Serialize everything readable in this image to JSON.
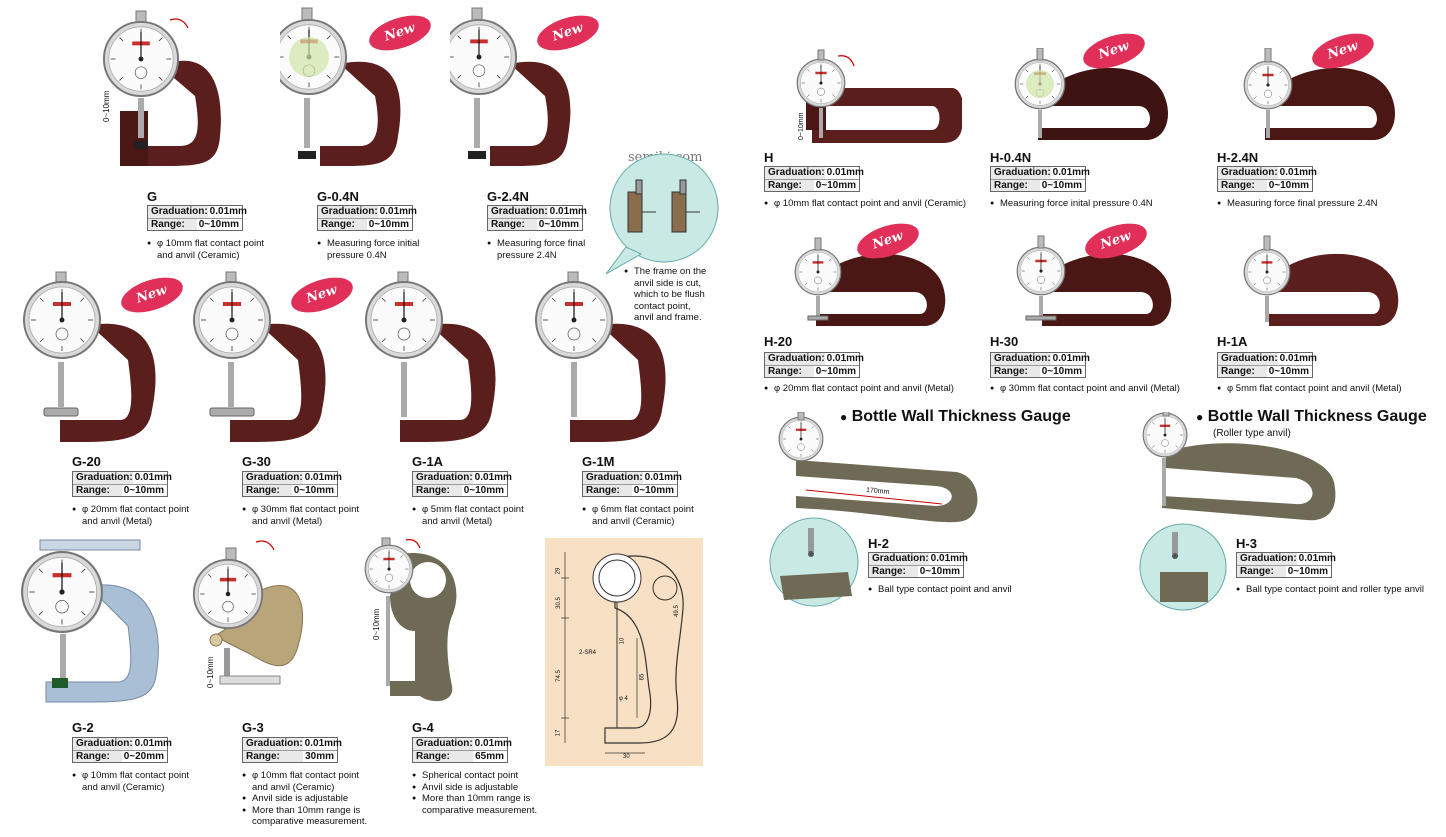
{
  "watermark": "semiki.com",
  "badge_label": "New",
  "spec_labels": {
    "graduation": "Graduation:",
    "range": "Range:"
  },
  "products": {
    "g": {
      "model": "G",
      "graduation": "0.01mm",
      "range": "0~10mm",
      "notes": [
        "φ 10mm flat contact point",
        "and anvil (Ceramic)"
      ]
    },
    "g04n": {
      "model": "G-0.4N",
      "graduation": "0.01mm",
      "range": "0~10mm",
      "notes": [
        "Measuring force initial",
        "pressure 0.4N"
      ]
    },
    "g24n": {
      "model": "G-2.4N",
      "graduation": "0.01mm",
      "range": "0~10mm",
      "notes": [
        "Measuring force final",
        "pressure 2.4N"
      ]
    },
    "g20": {
      "model": "G-20",
      "graduation": "0.01mm",
      "range": "0~10mm",
      "notes": [
        "φ 20mm flat contact point",
        "and anvil (Metal)"
      ]
    },
    "g30": {
      "model": "G-30",
      "graduation": "0.01mm",
      "range": "0~10mm",
      "notes": [
        "φ 30mm flat contact point",
        "and anvil (Metal)"
      ]
    },
    "g1a": {
      "model": "G-1A",
      "graduation": "0.01mm",
      "range": "0~10mm",
      "notes": [
        "φ 5mm flat contact point",
        "and anvil (Metal)"
      ]
    },
    "g1m": {
      "model": "G-1M",
      "graduation": "0.01mm",
      "range": "0~10mm",
      "notes": [
        "φ 6mm flat contact point",
        "and anvil (Ceramic)"
      ]
    },
    "g2": {
      "model": "G-2",
      "graduation": "0.01mm",
      "range": "0~20mm",
      "notes": [
        "φ 10mm flat contact point",
        "and anvil (Ceramic)"
      ]
    },
    "g3": {
      "model": "G-3",
      "graduation": "0.01mm",
      "range": "30mm",
      "notes": [
        "φ 10mm flat contact point",
        "and anvil (Ceramic)",
        "Anvil side is adjustable",
        "More than 10mm range is",
        "comparative measurement."
      ]
    },
    "g4": {
      "model": "G-4",
      "graduation": "0.01mm",
      "range": "65mm",
      "notes": [
        "Spherical contact point",
        "Anvil side is adjustable",
        "More than 10mm range is",
        "comparative measurement."
      ]
    },
    "h": {
      "model": "H",
      "graduation": "0.01mm",
      "range": "0~10mm",
      "notes": [
        "φ 10mm flat contact point and anvil (Ceramic)"
      ]
    },
    "h04n": {
      "model": "H-0.4N",
      "graduation": "0.01mm",
      "range": "0~10mm",
      "notes": [
        "Measuring force inital pressure 0.4N"
      ]
    },
    "h24n": {
      "model": "H-2.4N",
      "graduation": "0.01mm",
      "range": "0~10mm",
      "notes": [
        "Measuring force final pressure 2.4N"
      ]
    },
    "h20": {
      "model": "H-20",
      "graduation": "0.01mm",
      "range": "0~10mm",
      "notes": [
        "φ 20mm flat contact point and anvil (Metal)"
      ]
    },
    "h30": {
      "model": "H-30",
      "graduation": "0.01mm",
      "range": "0~10mm",
      "notes": [
        "φ 30mm flat contact point and anvil (Metal)"
      ]
    },
    "h1a": {
      "model": "H-1A",
      "graduation": "0.01mm",
      "range": "0~10mm",
      "notes": [
        "φ 5mm flat contact point and anvil (Metal)"
      ]
    },
    "h2": {
      "model": "H-2",
      "graduation": "0.01mm",
      "range": "0~10mm",
      "notes": [
        "Ball type contact point and anvil"
      ]
    },
    "h3": {
      "model": "H-3",
      "graduation": "0.01mm",
      "range": "0~10mm",
      "notes": [
        "Ball type contact point and roller type anvil"
      ]
    }
  },
  "frame_note": [
    "The frame on the",
    "anvil side is cut,",
    "which to be flush",
    "contact point,",
    "anvil and frame."
  ],
  "bottle_heading": "Bottle Wall Thickness Gauge",
  "bottle_roller_sub": "(Roller type anvil)",
  "dim_labels": {
    "range_0_10": "0~10mm",
    "len_170": "170mm",
    "d_29": "29",
    "d_305": "30.5",
    "d_745": "74.5",
    "d_17": "17",
    "d_30": "30",
    "d_495": "49.5",
    "d_10": "10",
    "d_65": "65",
    "d_sr4": "2-SR4",
    "d_phi4": "φ 4"
  },
  "colors": {
    "frame_brown": "#5a1e1c",
    "frame_dark": "#3e1413",
    "frame_light": "#8a8a8a",
    "frame_blue": "#a9bfd6",
    "frame_beige": "#b9a57a",
    "frame_olive": "#6e6a55",
    "badge": "#e0305a",
    "dial_green": "#cfe6a8",
    "bubble": "#c9e9e4",
    "drawing_bg": "#f8e0c4"
  }
}
